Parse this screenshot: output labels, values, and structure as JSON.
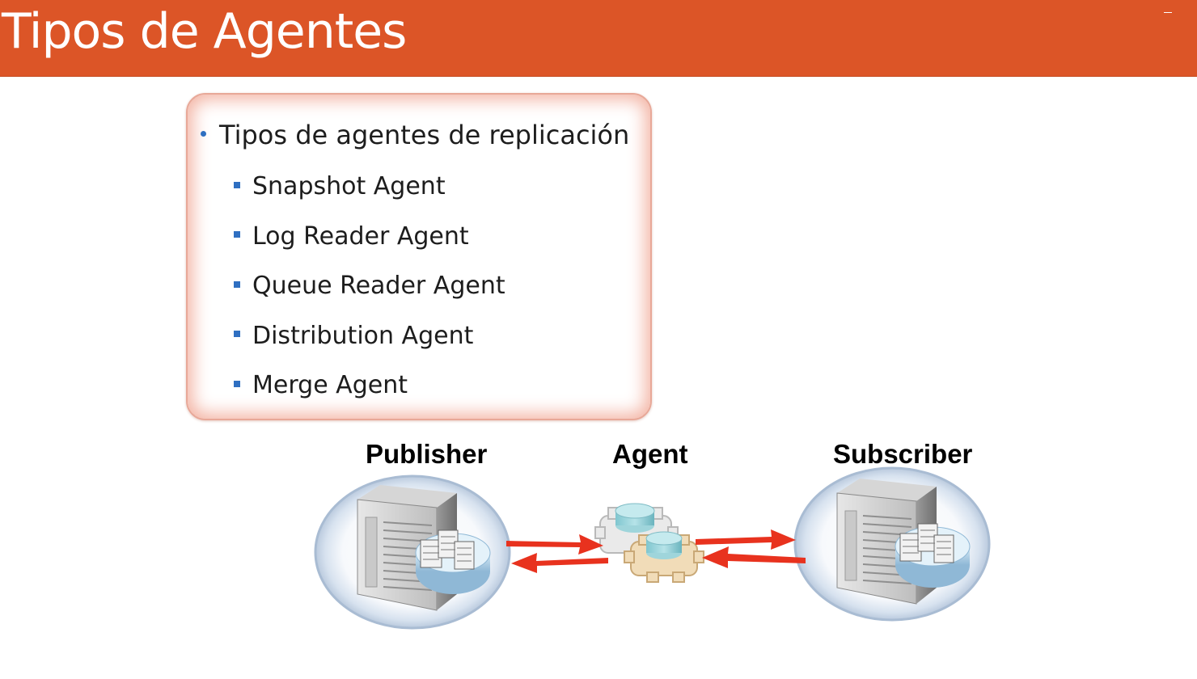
{
  "slide": {
    "title": "Tipos de Agentes"
  },
  "bullets": {
    "main": "Tipos de agentes de replicación",
    "items": [
      "Snapshot Agent",
      "Log Reader Agent",
      "Queue Reader Agent",
      "Distribution Agent",
      "Merge Agent"
    ]
  },
  "diagram": {
    "publisher_label": "Publisher",
    "agent_label": "Agent",
    "subscriber_label": "Subscriber",
    "icons": [
      "server-icon",
      "database-icon",
      "gear-icon",
      "arrow-icon"
    ]
  },
  "colors": {
    "title_bar": "#dc5527",
    "bullet_accent": "#2f6fc1",
    "arrow": "#e8321e",
    "box_glow": "#f3b3a3"
  }
}
